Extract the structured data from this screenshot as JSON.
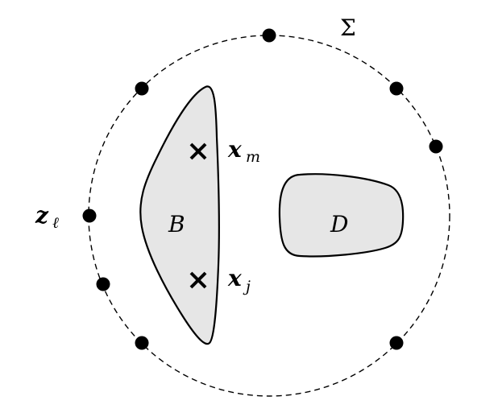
{
  "labels": {
    "sigma": "Σ",
    "region_b": "B",
    "region_d": "D",
    "z_base": "z",
    "z_sub": "ℓ",
    "xm_base": "x",
    "xm_sub": "m",
    "xj_base": "x",
    "xj_sub": "j"
  },
  "colors": {
    "stroke": "#000000",
    "region_fill": "#e6e6e6",
    "background": "#ffffff"
  },
  "icons": {
    "source_point_marker": "cross-icon",
    "measurement_point_marker": "filled-circle"
  }
}
